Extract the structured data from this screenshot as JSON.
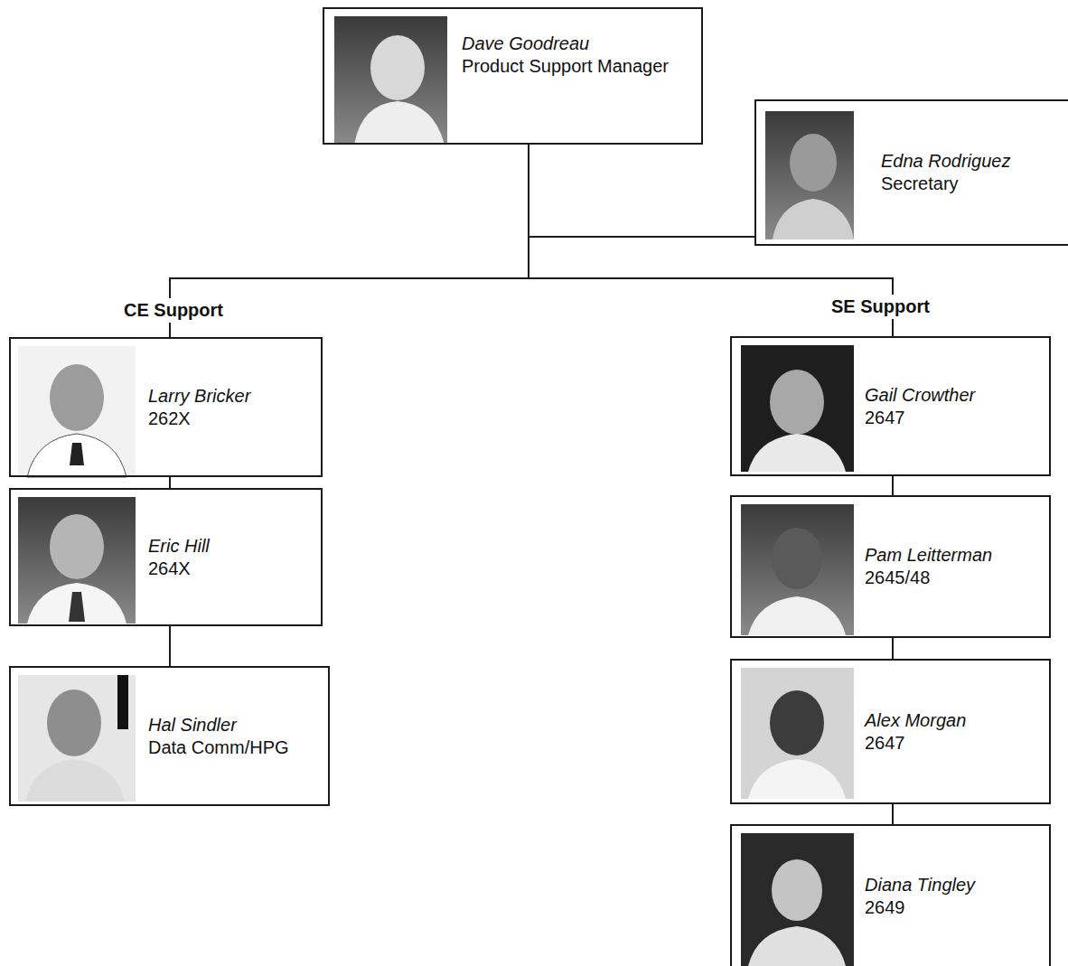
{
  "diagram": {
    "nodes": [
      {
        "text": [
          "Dave Goodreau",
          "Product Support Manager"
        ]
      },
      {
        "text": [
          "Edna Rodriguez",
          "Secretary"
        ]
      },
      {
        "text": [
          "Larry Bricker",
          "262X"
        ]
      },
      {
        "text": [
          "Eric Hill",
          "264X"
        ]
      },
      {
        "text": [
          "Hal Sindler",
          "Data Comm/HPG"
        ]
      },
      {
        "text": [
          "Gail Crowther",
          "2647"
        ]
      },
      {
        "text": [
          "Pam Leitterman",
          "2645/48"
        ]
      },
      {
        "text": [
          "Alex Morgan",
          "2647"
        ]
      },
      {
        "text": [
          "Diana Tingley",
          "2649"
        ]
      }
    ],
    "edges": [
      {
        "from": 0,
        "to": 1,
        "arrow": "none"
      },
      {
        "from": 0,
        "to": 2,
        "arrow": "none"
      },
      {
        "from": 0,
        "to": 5,
        "arrow": "none"
      },
      {
        "from": 2,
        "to": 3,
        "arrow": "none"
      },
      {
        "from": 3,
        "to": 4,
        "arrow": "none"
      },
      {
        "from": 5,
        "to": 6,
        "arrow": "none"
      },
      {
        "from": 6,
        "to": 7,
        "arrow": "none"
      },
      {
        "from": 7,
        "to": 8,
        "arrow": "none"
      }
    ],
    "labels": [
      "CE Support",
      "SE Support"
    ]
  }
}
